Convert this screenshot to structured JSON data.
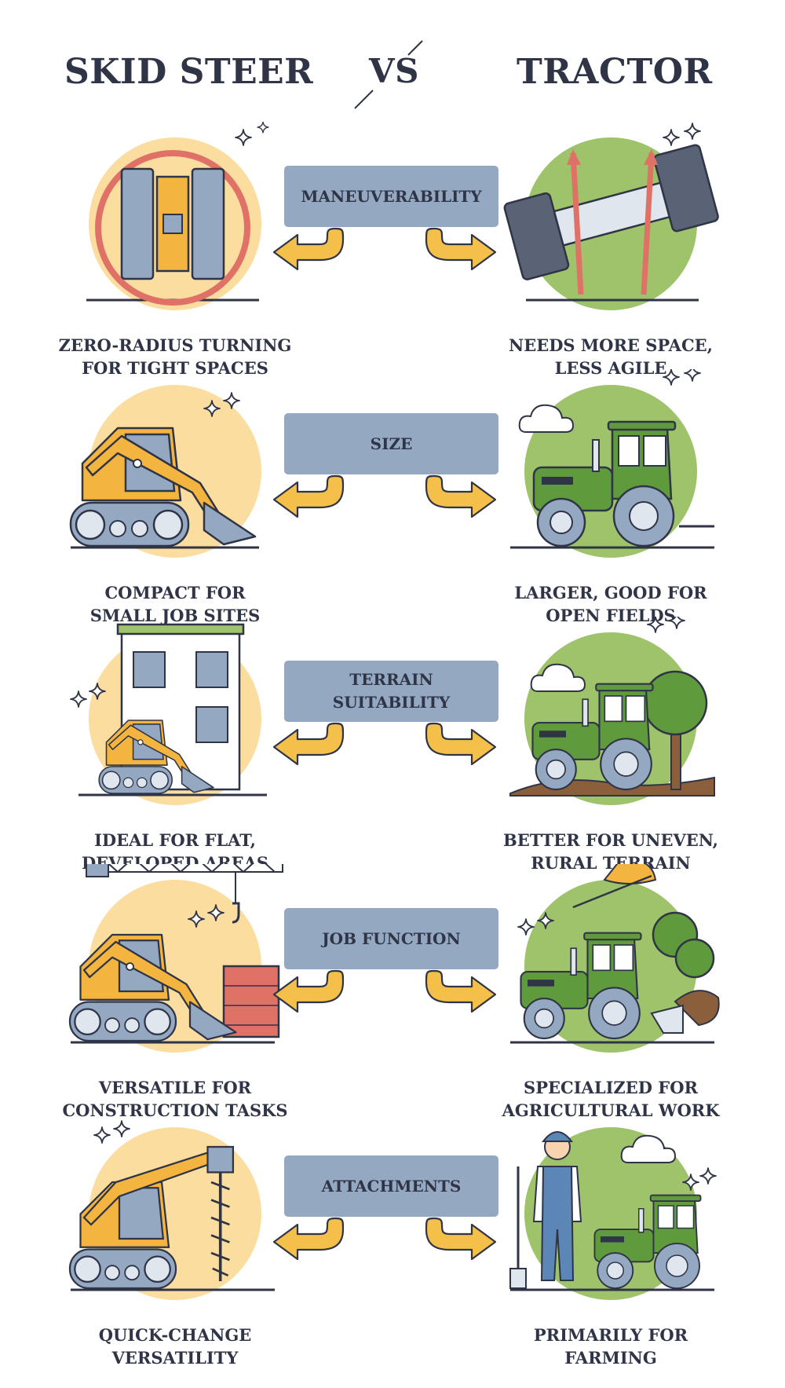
{
  "header": {
    "left_title": "SKID STEER",
    "vs": "VS",
    "right_title": "TRACTOR"
  },
  "colors": {
    "skid_circle": "#fbdda0",
    "tractor_circle": "#9ec36b",
    "label_box": "#94a9c1",
    "arrow": "#f5c04a",
    "ink": "#2f3447",
    "machine_yellow": "#f3b53f",
    "tractor_green": "#5f9a3c"
  },
  "rows": [
    {
      "category": "MANEUVERABILITY",
      "left_caption": "ZERO-RADIUS TURNING\nFOR TIGHT SPACES",
      "right_caption": "NEEDS MORE SPACE,\nLESS AGILE",
      "left_icon": "rotating-tracks-icon",
      "right_icon": "tractor-wheels-turning-icon"
    },
    {
      "category": "SIZE",
      "left_caption": "COMPACT FOR\nSMALL JOB SITES",
      "right_caption": "LARGER, GOOD FOR\nOPEN FIELDS",
      "left_icon": "skid-steer-icon",
      "right_icon": "tractor-icon"
    },
    {
      "category": "TERRAIN\nSUITABILITY",
      "left_caption": "IDEAL FOR FLAT,\nDEVELOPED AREAS",
      "right_caption": "BETTER FOR UNEVEN,\nRURAL TERRAIN",
      "left_icon": "skid-steer-building-icon",
      "right_icon": "tractor-tree-icon"
    },
    {
      "category": "JOB FUNCTION",
      "left_caption": "VERSATILE FOR\nCONSTRUCTION TASKS",
      "right_caption": "SPECIALIZED FOR\nAGRICULTURAL WORK",
      "left_icon": "skid-steer-crane-icon",
      "right_icon": "tractor-plow-icon"
    },
    {
      "category": "ATTACHMENTS",
      "left_caption": "QUICK-CHANGE\nVERSATILITY",
      "right_caption": "PRIMARILY FOR\nFARMING",
      "left_icon": "skid-steer-auger-icon",
      "right_icon": "farmer-tractor-icon"
    }
  ]
}
